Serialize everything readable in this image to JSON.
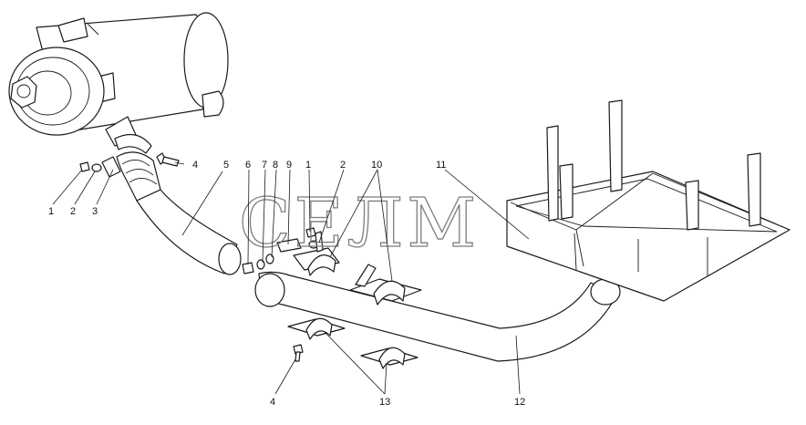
{
  "watermark": "СЕЛМ",
  "callouts": [
    {
      "id": "c1a",
      "text": "1"
    },
    {
      "id": "c2a",
      "text": "2"
    },
    {
      "id": "c3",
      "text": "3"
    },
    {
      "id": "c4a",
      "text": "4"
    },
    {
      "id": "c5",
      "text": "5"
    },
    {
      "id": "c6",
      "text": "6"
    },
    {
      "id": "c7",
      "text": "7"
    },
    {
      "id": "c8",
      "text": "8"
    },
    {
      "id": "c9",
      "text": "9"
    },
    {
      "id": "c1b",
      "text": "1"
    },
    {
      "id": "c2b",
      "text": "2"
    },
    {
      "id": "c10",
      "text": "10"
    },
    {
      "id": "c11",
      "text": "11"
    },
    {
      "id": "c12",
      "text": "12"
    },
    {
      "id": "c13",
      "text": "13"
    },
    {
      "id": "c4b",
      "text": "4"
    }
  ]
}
